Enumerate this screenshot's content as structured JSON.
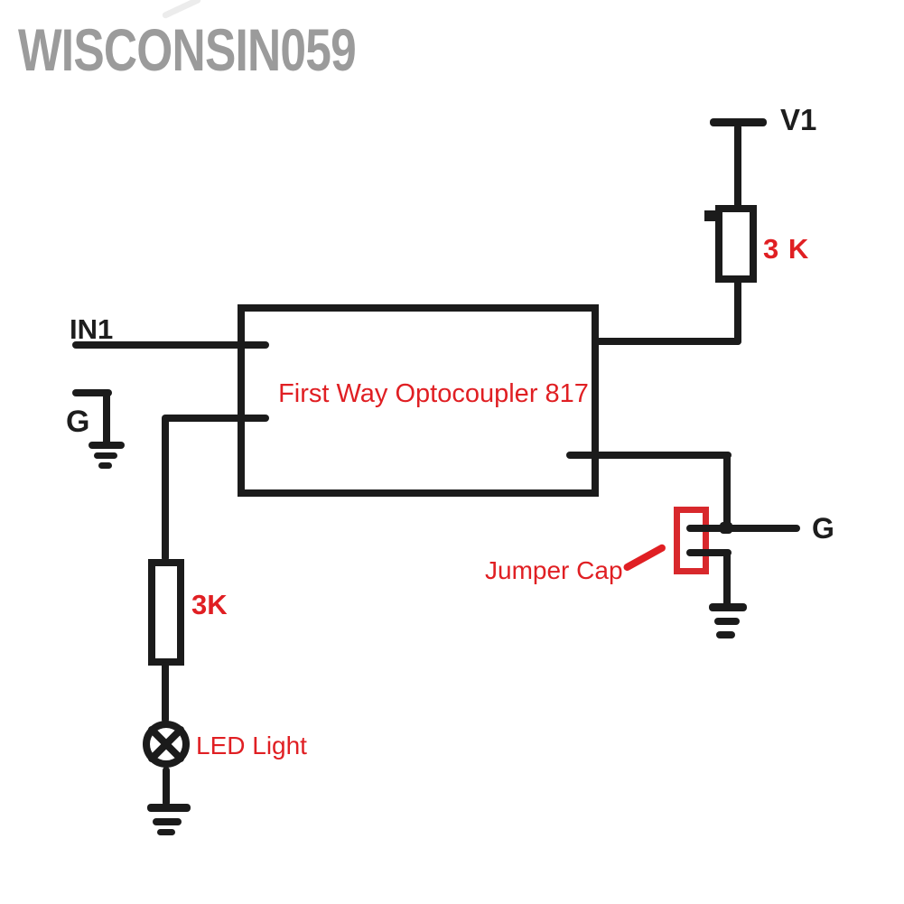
{
  "watermark": {
    "text": "WISCONSIN059"
  },
  "labels": {
    "v1": "V1",
    "in1": "IN1",
    "g_left": "G",
    "g_right": "G",
    "r1_value": "3 K",
    "r2_value": "3K",
    "optocoupler": "First Way Optocoupler 817",
    "led": "LED Light",
    "jumper_cap": "Jumper Cap"
  },
  "colors": {
    "wire": "#1b1b1b",
    "label_black": "#1d1d1d",
    "red_text": "#e01f23",
    "jumper_red": "#d8282c",
    "watermark_gray": "#9b9b9b",
    "background": "#ffffff"
  },
  "icons": {
    "led": "led-lamp-icon",
    "ground": "ground-icon",
    "power_rail": "power-rail-icon"
  }
}
